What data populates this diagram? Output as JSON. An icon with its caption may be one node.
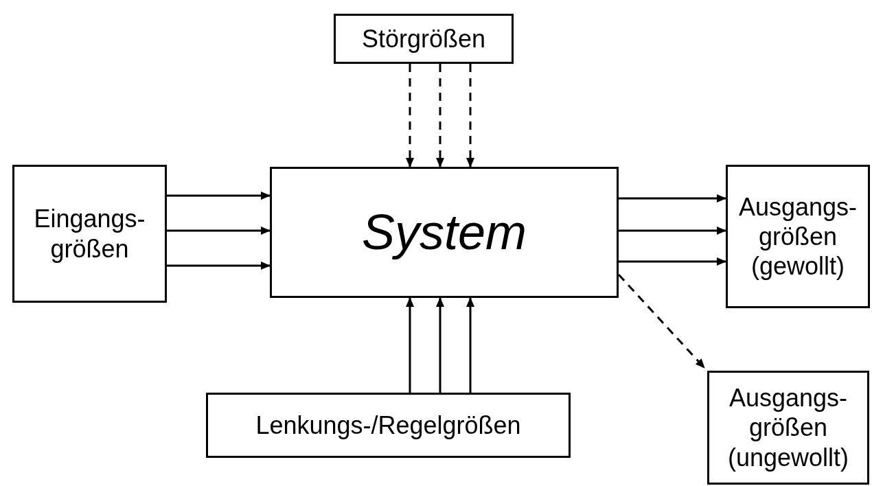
{
  "diagram": {
    "nodes": [
      {
        "text": [
          "Störgrößen"
        ]
      },
      {
        "text": [
          "Eingangs- größen"
        ]
      },
      {
        "text": [
          "System"
        ]
      },
      {
        "text": [
          "Ausgangs- größen (gewollt)"
        ]
      },
      {
        "text": [
          "Lenkungs-/Regelgrößen"
        ]
      },
      {
        "text": [
          "Ausgangs- größen (ungewollt)"
        ]
      }
    ],
    "edges": [
      {
        "from": 0,
        "to": 2,
        "arrow": "to",
        "style": "dashed"
      },
      {
        "from": 0,
        "to": 2,
        "arrow": "to",
        "style": "dashed"
      },
      {
        "from": 0,
        "to": 2,
        "arrow": "to",
        "style": "dashed"
      },
      {
        "from": 1,
        "to": 2,
        "arrow": "to"
      },
      {
        "from": 1,
        "to": 2,
        "arrow": "to"
      },
      {
        "from": 1,
        "to": 2,
        "arrow": "to"
      },
      {
        "from": 2,
        "to": 3,
        "arrow": "to"
      },
      {
        "from": 2,
        "to": 3,
        "arrow": "to"
      },
      {
        "from": 2,
        "to": 3,
        "arrow": "to"
      },
      {
        "from": 4,
        "to": 2,
        "arrow": "to"
      },
      {
        "from": 4,
        "to": 2,
        "arrow": "to"
      },
      {
        "from": 4,
        "to": 2,
        "arrow": "to"
      },
      {
        "from": 2,
        "to": 5,
        "arrow": "to",
        "style": "dashed"
      }
    ]
  }
}
